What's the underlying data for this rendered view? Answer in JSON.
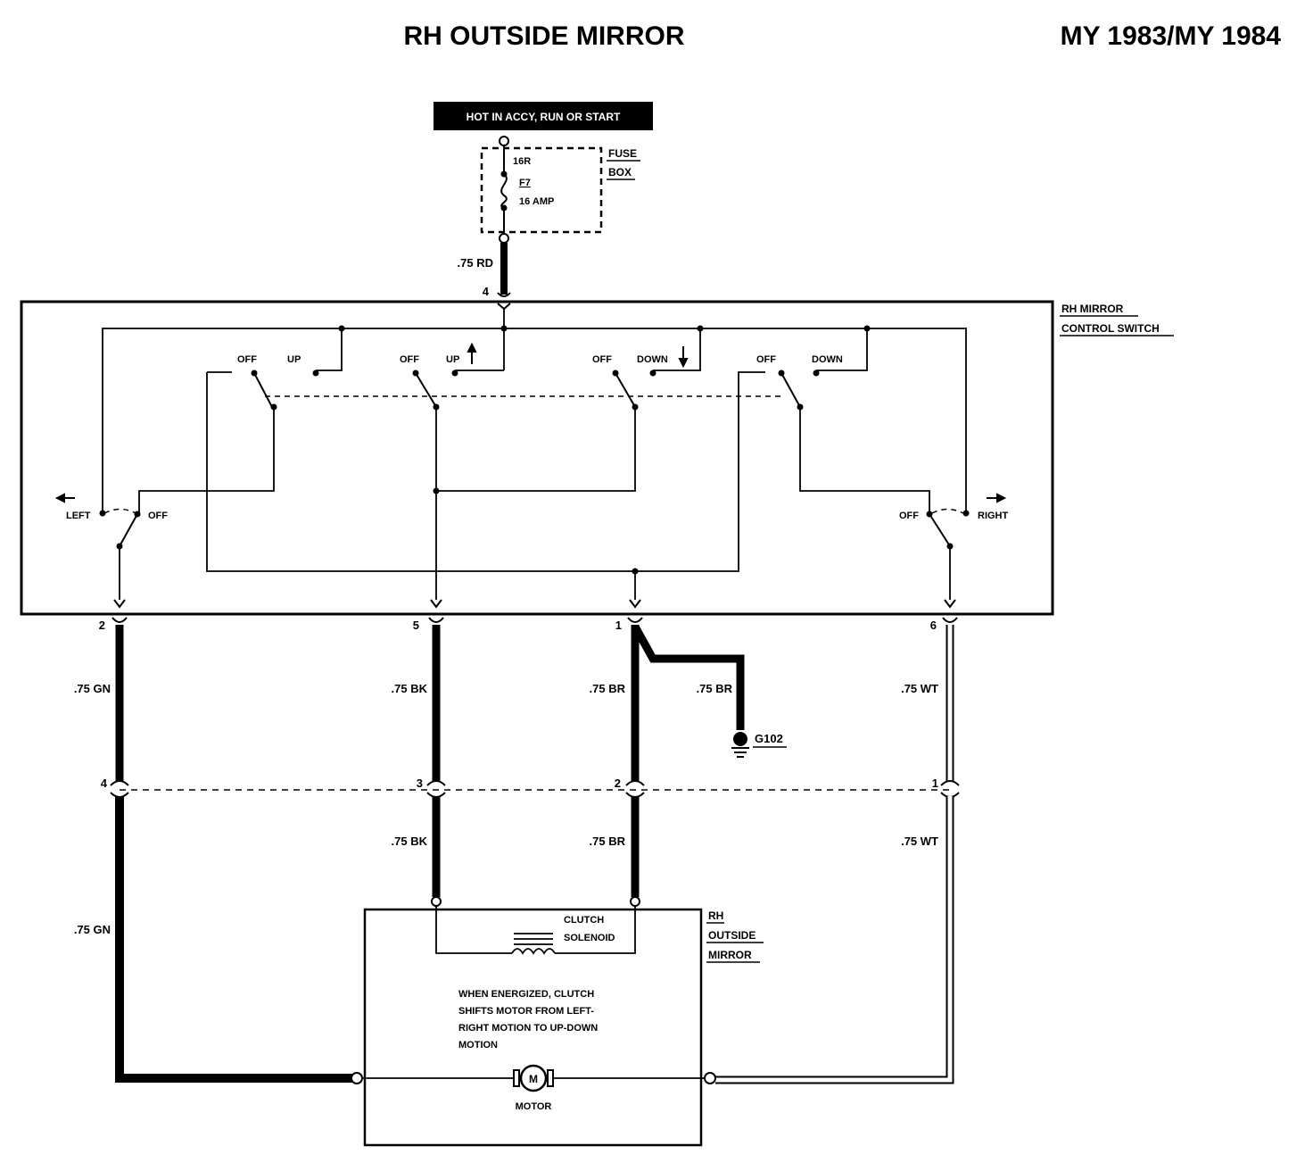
{
  "title": "RH OUTSIDE MIRROR",
  "model_years": "MY 1983/MY 1984",
  "power_banner": "HOT IN ACCY, RUN OR START",
  "fuse_box": {
    "label_line1": "FUSE",
    "label_line2": "BOX",
    "terminal": "16R",
    "fuse_name": "F7",
    "fuse_rating": "16 AMP"
  },
  "feed_wire": ".75 RD",
  "switch": {
    "label_line1": "RH MIRROR",
    "label_line2": "CONTROL SWITCH",
    "feed_pin": "4",
    "pins": [
      "2",
      "5",
      "1",
      "6"
    ],
    "contacts": [
      {
        "off": "OFF",
        "pos": "UP"
      },
      {
        "off": "OFF",
        "pos": "UP"
      },
      {
        "off": "OFF",
        "pos": "DOWN"
      },
      {
        "off": "OFF",
        "pos": "DOWN"
      }
    ],
    "left_label": "LEFT",
    "left_off": "OFF",
    "right_off": "OFF",
    "right_label": "RIGHT"
  },
  "wires_upper": [
    ".75 GN",
    ".75 BK",
    ".75 BR",
    ".75 BR",
    ".75 WT"
  ],
  "ground": "G102",
  "connector_pins": [
    "4",
    "3",
    "2",
    "1"
  ],
  "wires_lower": [
    ".75 BK",
    ".75 BR",
    ".75 WT"
  ],
  "wire_gn_lower": ".75 GN",
  "mirror": {
    "label_line1": "RH",
    "label_line2": "OUTSIDE",
    "label_line3": "MIRROR",
    "clutch_line1": "CLUTCH",
    "clutch_line2": "SOLENOID",
    "note_lines": [
      "WHEN ENERGIZED, CLUTCH",
      "SHIFTS MOTOR FROM LEFT-",
      "RIGHT MOTION TO UP-DOWN",
      "MOTION"
    ],
    "motor_symbol": "M",
    "motor_label": "MOTOR"
  }
}
